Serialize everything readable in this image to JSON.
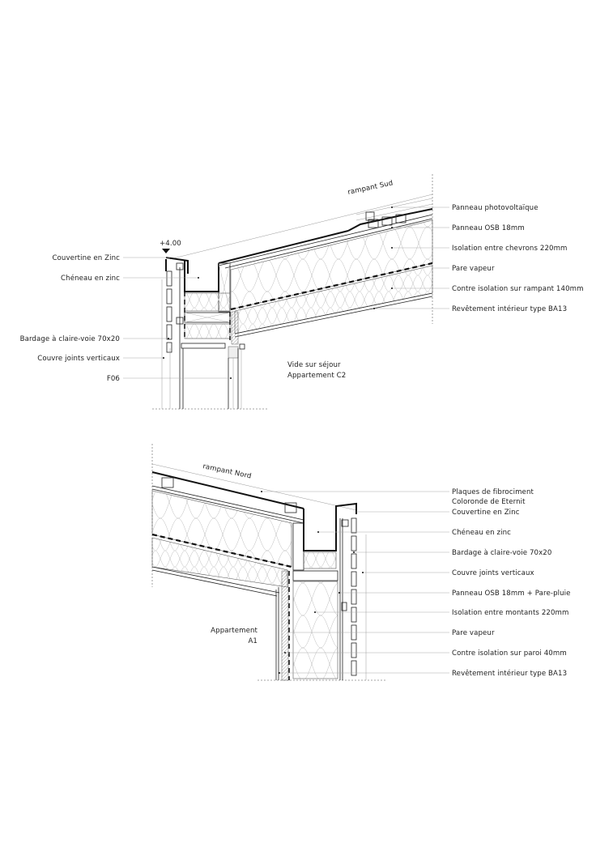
{
  "detail_top": {
    "level_marker": "+4.00",
    "slope_label": "rampant Sud",
    "room_label_line1": "Vide sur séjour",
    "room_label_line2": "Appartement C2",
    "left_labels": [
      "Couvertine en Zinc",
      "Chéneau en zinc",
      "Bardage à claire-voie 70x20",
      "Couvre joints verticaux",
      "F06"
    ],
    "right_labels": [
      "Panneau photovoltaïque",
      "Panneau OSB 18mm",
      "Isolation entre chevrons 220mm",
      "Pare vapeur",
      "Contre isolation sur rampant 140mm",
      "Revêtement intérieur type BA13"
    ]
  },
  "detail_bottom": {
    "slope_label": "rampant Nord",
    "room_label_line1": "Appartement",
    "room_label_line2": "A1",
    "right_labels": [
      "Plaques de fibrociment",
      "Coloronde de Eternit",
      "Couvertine en Zinc",
      "Chéneau en zinc",
      "Bardage à claire-voie 70x20",
      "Couvre joints verticaux",
      "Panneau OSB 18mm + Pare-pluie",
      "Isolation entre montants 220mm",
      "Pare vapeur",
      "Contre isolation sur paroi 40mm",
      "Revêtement intérieur type BA13"
    ]
  }
}
